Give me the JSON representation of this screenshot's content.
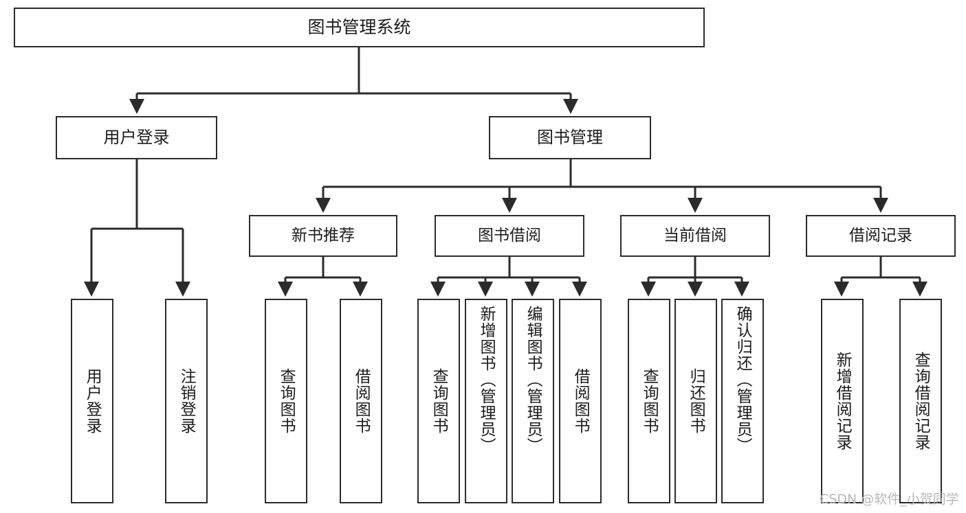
{
  "diagram": {
    "type": "tree-hierarchy",
    "title": "图书管理系统",
    "watermark": "CSDN @软件_小贺同学",
    "colors": {
      "box_border": "#2b2b2b",
      "box_fill": "#ffffff",
      "connector": "#2b2b2b",
      "text": "#1c1c1c",
      "watermark": "#b8b8b8"
    },
    "nodes": {
      "root": {
        "label": "图书管理系统",
        "level": 1
      },
      "user_login": {
        "label": "用户登录",
        "level": 2
      },
      "book_manage": {
        "label": "图书管理",
        "level": 2
      },
      "new_book_rec": {
        "label": "新书推荐",
        "level": 3
      },
      "book_borrow": {
        "label": "图书借阅",
        "level": 3
      },
      "current_borrow": {
        "label": "当前借阅",
        "level": 3
      },
      "borrow_record": {
        "label": "借阅记录",
        "level": 3
      },
      "leaf_user_login": {
        "label": "用户登录",
        "level": 4
      },
      "leaf_logout": {
        "label": "注销登录",
        "level": 4
      },
      "leaf_query_book_1": {
        "label": "查询图书",
        "level": 4
      },
      "leaf_borrow_book_1": {
        "label": "借阅图书",
        "level": 4
      },
      "leaf_query_book_2": {
        "label": "查询图书",
        "level": 4
      },
      "leaf_add_book": {
        "label": "新增图书（管理员）",
        "level": 4
      },
      "leaf_edit_book": {
        "label": "编辑图书（管理员）",
        "level": 4
      },
      "leaf_borrow_book_2": {
        "label": "借阅图书",
        "level": 4
      },
      "leaf_query_book_3": {
        "label": "查询图书",
        "level": 4
      },
      "leaf_return_book": {
        "label": "归还图书",
        "level": 4
      },
      "leaf_confirm_return": {
        "label": "确认归还（管理员）",
        "level": 4
      },
      "leaf_add_record": {
        "label": "新增借阅记录",
        "level": 4
      },
      "leaf_query_record": {
        "label": "查询借阅记录",
        "level": 4
      }
    }
  }
}
